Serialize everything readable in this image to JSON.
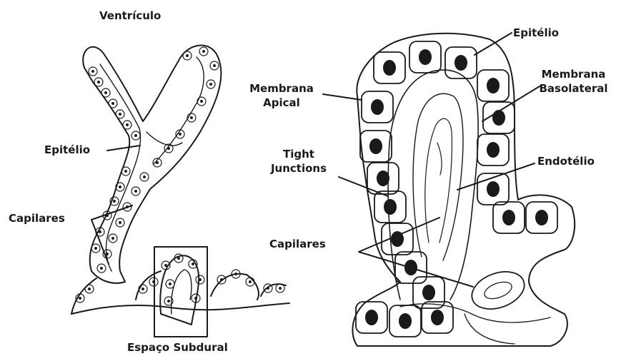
{
  "left_panel": {
    "labels": {
      "ventricle": "Ventrículo",
      "epithelium": "Epitélio",
      "capillaries": "Capilares",
      "subdural_space": "Espaço Subdural"
    }
  },
  "right_panel": {
    "labels": {
      "epithelium": "Epitélio",
      "apical_membrane_line1": "Membrana",
      "apical_membrane_line2": "Apical",
      "basolateral_membrane_line1": "Membrana",
      "basolateral_membrane_line2": "Basolateral",
      "tight_junctions_line1": "Tight",
      "tight_junctions_line2": "Junctions",
      "endothelium": "Endotélio",
      "capillaries": "Capilares"
    }
  },
  "colors": {
    "ink": "#1a1a1a",
    "background": "#ffffff"
  }
}
